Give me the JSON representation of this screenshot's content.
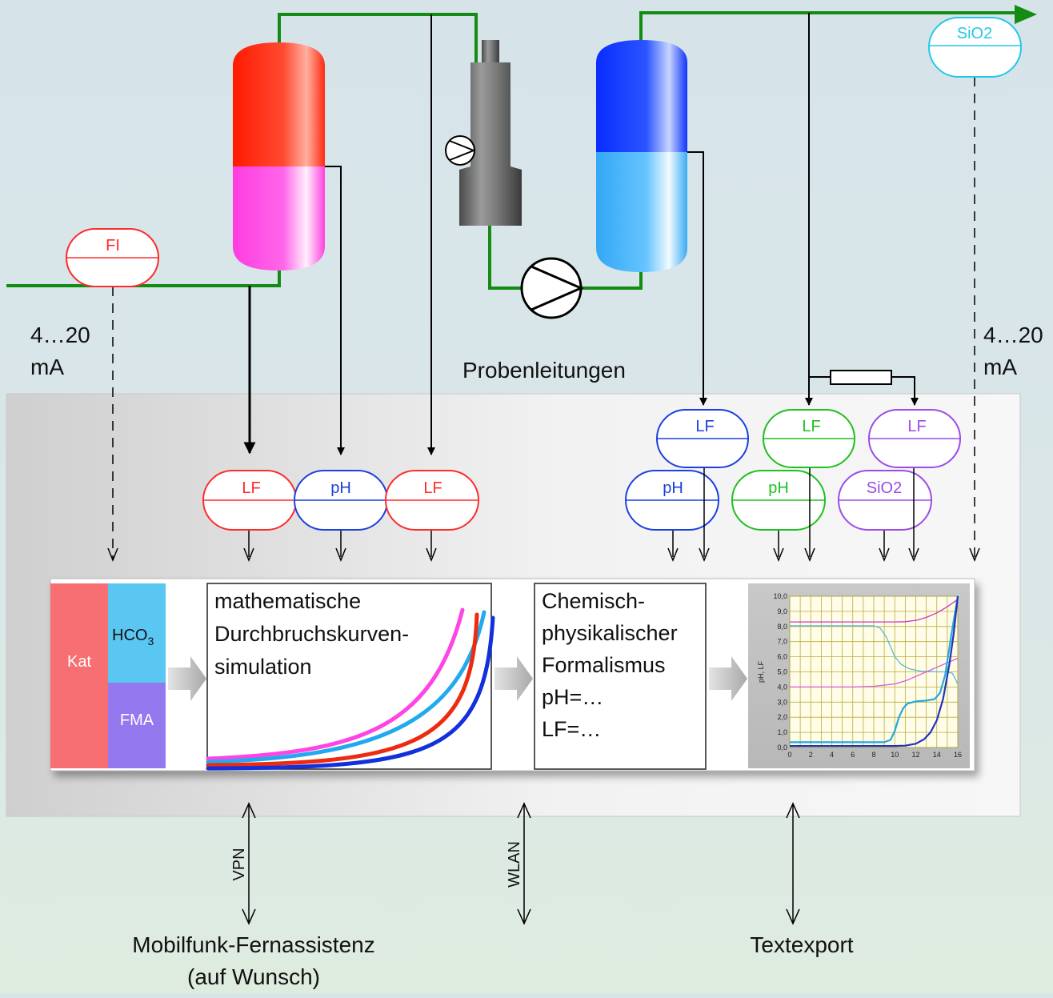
{
  "colors": {
    "red": "#ff2a2a",
    "blue": "#1b3fe0",
    "green": "#1fbf1f",
    "purple": "#9a4be8",
    "cyan": "#23c8e8",
    "pipe_green": "#148c14"
  },
  "instruments": {
    "fi": "FI",
    "sio2_top": "SiO2",
    "lf": "LF",
    "ph": "pH",
    "sio2": "SiO2"
  },
  "labels": {
    "signal_left_1": "4…20",
    "signal_left_2": "mA",
    "signal_right_1": "4…20",
    "signal_right_2": "mA",
    "probenleitungen": "Probenleitungen",
    "vpn": "VPN",
    "wlan": "WLAN",
    "mobilfunk_1": "Mobilfunk-Fernassistenz",
    "mobilfunk_2": "(auf Wunsch)",
    "textexport": "Textexport"
  },
  "panel": {
    "kat": "Kat",
    "hco3_base": "HCO",
    "hco3_sub": "3",
    "fma": "FMA",
    "sim_1": "mathematische",
    "sim_2": "Durchbruchskurven-",
    "sim_3": "simulation",
    "chem_1": "Chemisch-",
    "chem_2": "physikalischer",
    "chem_3": "Formalismus",
    "chem_4": "pH=…",
    "chem_5": "LF=…"
  },
  "chart_data": {
    "type": "line",
    "ylabel": "pH, LF",
    "xlabel": "",
    "xlim": [
      0,
      16
    ],
    "ylim": [
      0,
      10
    ],
    "x_ticks": [
      "0",
      "2",
      "4",
      "6",
      "8",
      "10",
      "12",
      "14",
      "16"
    ],
    "y_ticks": [
      "0,0",
      "1,0",
      "2,0",
      "3,0",
      "4,0",
      "5,0",
      "6,0",
      "7,0",
      "8,0",
      "9,0",
      "10,0"
    ],
    "grid": true,
    "series": [
      {
        "color": "#cc33cc",
        "x": [
          0,
          8,
          10,
          11,
          12,
          13,
          14,
          15,
          16
        ],
        "y": [
          8.3,
          8.3,
          8.3,
          8.32,
          8.4,
          8.6,
          8.9,
          9.3,
          9.8
        ]
      },
      {
        "color": "#55bbdd",
        "x": [
          0,
          8,
          8.6,
          9.2,
          10,
          10.6,
          11.4,
          12.5,
          14,
          15,
          15.5,
          16
        ],
        "y": [
          8.05,
          8.05,
          7.9,
          7.3,
          6.0,
          5.5,
          5.2,
          5.05,
          5.0,
          5.0,
          4.9,
          4.2
        ]
      },
      {
        "color": "#dd55dd",
        "x": [
          0,
          6,
          8,
          10,
          11,
          12,
          13,
          14,
          15,
          16
        ],
        "y": [
          4.0,
          4.0,
          4.05,
          4.2,
          4.4,
          4.7,
          5.0,
          5.3,
          5.6,
          5.9
        ]
      },
      {
        "color": "#22aadd",
        "x": [
          0,
          9,
          9.6,
          10,
          10.4,
          10.8,
          11.2,
          12,
          13,
          13.8,
          14.3,
          14.8,
          15.4,
          16
        ],
        "y": [
          0.35,
          0.35,
          0.5,
          1.1,
          2.0,
          2.6,
          2.9,
          3.05,
          3.1,
          3.2,
          3.6,
          4.8,
          7.5,
          10.0
        ]
      },
      {
        "color": "#2233bb",
        "x": [
          0,
          10,
          11,
          12,
          12.8,
          13.4,
          14,
          14.6,
          15.2,
          15.6,
          16
        ],
        "y": [
          0.1,
          0.1,
          0.12,
          0.25,
          0.55,
          1.0,
          1.8,
          3.2,
          5.5,
          7.5,
          10.0
        ]
      }
    ]
  }
}
